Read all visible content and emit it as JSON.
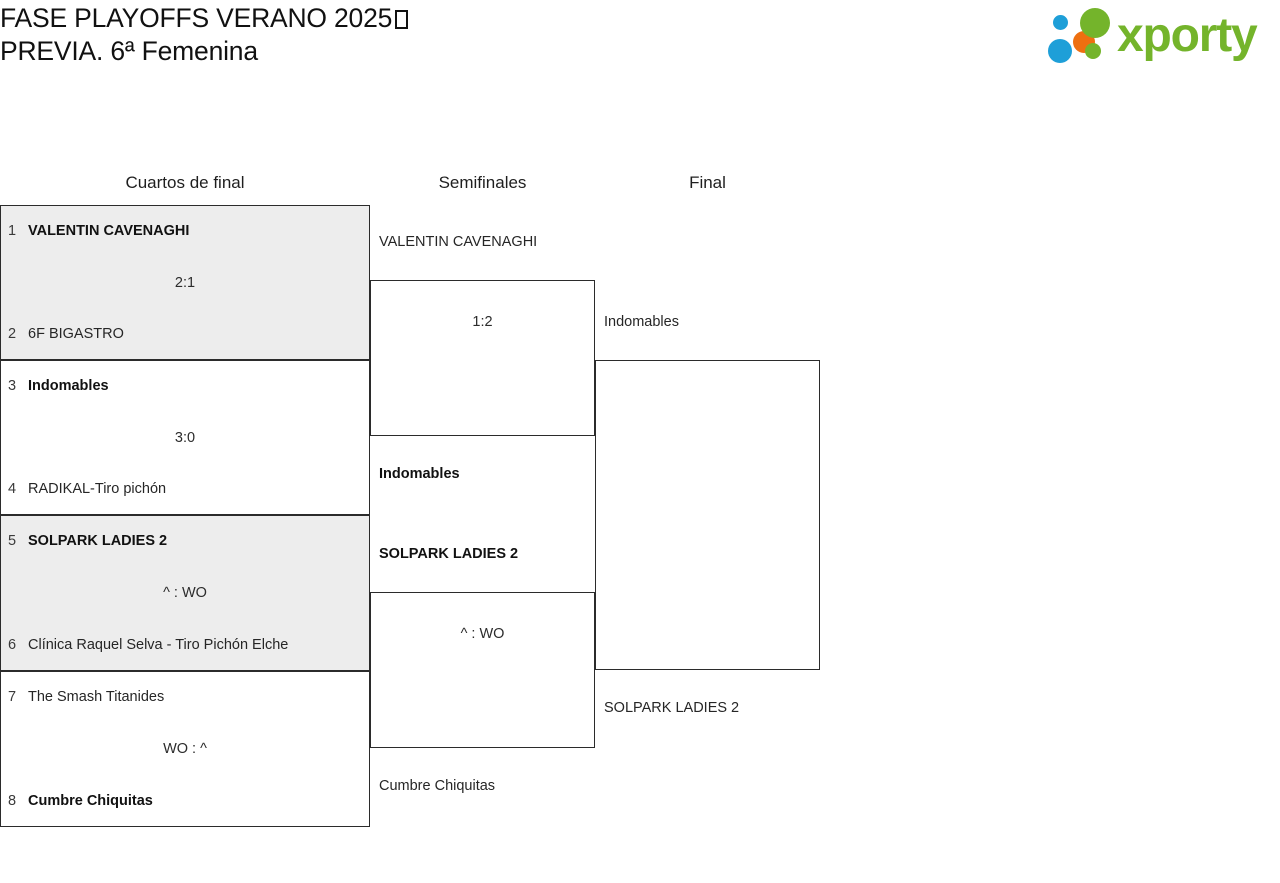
{
  "header": {
    "title_line1": "FASE PLAYOFFS VERANO 2025",
    "title_line2": "PREVIA. 6ª Femenina",
    "missing_glyph": "tofu-box",
    "logo": {
      "wordmark": "xporty",
      "colors": {
        "green": "#74b42b",
        "blue": "#1e9fd8",
        "orange": "#ee6f10"
      },
      "dots": [
        "blue-small",
        "orange",
        "green-large",
        "blue-large",
        "green-small"
      ]
    }
  },
  "bracket": {
    "rounds": [
      {
        "key": "quarterfinals",
        "label": "Cuartos de final"
      },
      {
        "key": "semifinals",
        "label": "Semifinales"
      },
      {
        "key": "final",
        "label": "Final"
      }
    ],
    "quarterfinals": [
      {
        "shaded": true,
        "score": "2:1",
        "top": {
          "seed": "1",
          "team": "VALENTIN CAVENAGHI",
          "winner": true
        },
        "bottom": {
          "seed": "2",
          "team": "6F BIGASTRO",
          "winner": false
        }
      },
      {
        "shaded": false,
        "score": "3:0",
        "top": {
          "seed": "3",
          "team": "Indomables",
          "winner": true
        },
        "bottom": {
          "seed": "4",
          "team": "RADIKAL-Tiro pichón",
          "winner": false
        }
      },
      {
        "shaded": true,
        "score": "^ : WO",
        "top": {
          "seed": "5",
          "team": "SOLPARK LADIES 2",
          "winner": true
        },
        "bottom": {
          "seed": "6",
          "team": "Clínica Raquel Selva - Tiro Pichón Elche",
          "winner": false
        }
      },
      {
        "shaded": false,
        "score": "WO : ^",
        "top": {
          "seed": "7",
          "team": "The Smash Titanides",
          "winner": false
        },
        "bottom": {
          "seed": "8",
          "team": "Cumbre Chiquitas",
          "winner": true
        }
      }
    ],
    "semifinals": [
      {
        "score": "1:2",
        "top": {
          "team": "VALENTIN CAVENAGHI",
          "winner": false
        },
        "bottom": {
          "team": "Indomables",
          "winner": true
        }
      },
      {
        "score": "^ : WO",
        "top": {
          "team": "SOLPARK LADIES 2",
          "winner": true
        },
        "bottom": {
          "team": "Cumbre Chiquitas",
          "winner": false
        }
      }
    ],
    "final": {
      "score": "",
      "top": {
        "team": "Indomables",
        "winner": false
      },
      "bottom": {
        "team": "SOLPARK LADIES 2",
        "winner": false
      }
    }
  }
}
